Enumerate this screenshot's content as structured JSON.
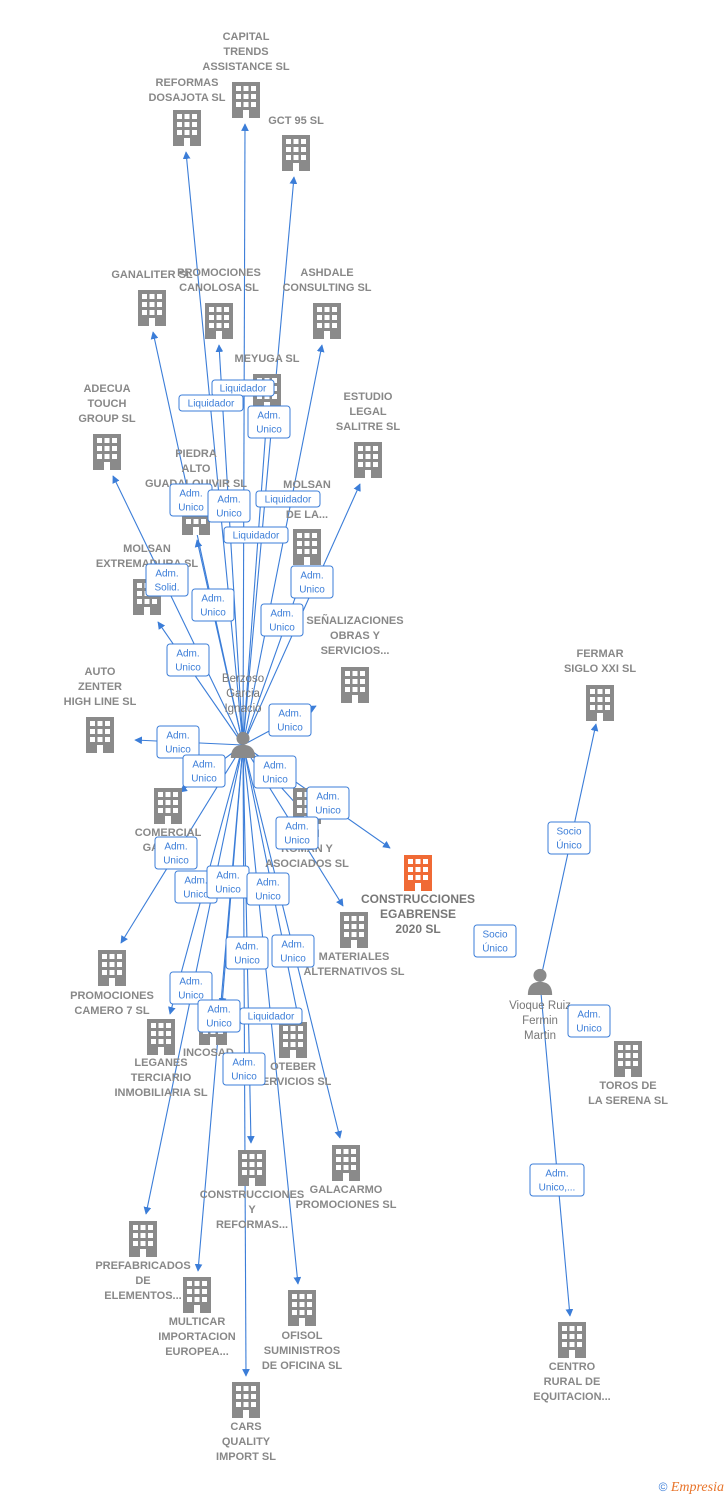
{
  "colors": {
    "edge": "#3b7dd8",
    "building": "#8a8a8a",
    "focus": "#f06a35",
    "person": "#8a8a8a",
    "label": "#888888"
  },
  "persons": [
    {
      "id": "p1",
      "lines": [
        "Berzoso",
        "Garcia",
        "Ignacio"
      ]
    },
    {
      "id": "p2",
      "lines": [
        "Vioque Ruiz",
        "Fermin",
        "Martin"
      ]
    }
  ],
  "companies": [
    {
      "id": "capital",
      "lines": [
        "CAPITAL",
        "TRENDS",
        "ASSISTANCE SL"
      ]
    },
    {
      "id": "reformas",
      "lines": [
        "REFORMAS",
        "DOSAJOTA SL"
      ]
    },
    {
      "id": "gct",
      "lines": [
        "GCT 95 SL"
      ]
    },
    {
      "id": "ganaliter",
      "lines": [
        "GANALITER SL"
      ]
    },
    {
      "id": "promociones_canolosa",
      "lines": [
        "PROMOCIONES",
        "CANOLOSA SL"
      ]
    },
    {
      "id": "ashdale",
      "lines": [
        "ASHDALE",
        "CONSULTING SL"
      ]
    },
    {
      "id": "meyuga",
      "lines": [
        "MEYUGA SL"
      ]
    },
    {
      "id": "adecua",
      "lines": [
        "ADECUA",
        "TOUCH",
        "GROUP SL"
      ]
    },
    {
      "id": "estudio",
      "lines": [
        "ESTUDIO",
        "LEGAL",
        "SALITRE SL"
      ]
    },
    {
      "id": "piedra",
      "lines": [
        "PIEDRA",
        "ALTO",
        "GUADALQUIVIR SL"
      ]
    },
    {
      "id": "molsan2",
      "lines": [
        "MOLSAN",
        "...ON",
        "DE LA..."
      ]
    },
    {
      "id": "molsan_ext",
      "lines": [
        "MOLSAN",
        "EXTREMADURA SL"
      ]
    },
    {
      "id": "senal",
      "lines": [
        "SEÑALIZACIONES",
        "OBRAS Y",
        "SERVICIOS..."
      ]
    },
    {
      "id": "fermar",
      "lines": [
        "FERMAR",
        "SIGLO XXI  SL"
      ]
    },
    {
      "id": "auto",
      "lines": [
        "AUTO",
        "ZENTER",
        "HIGH LINE SL"
      ]
    },
    {
      "id": "comercial",
      "lines": [
        "COMERCIAL",
        "GAR... SL"
      ]
    },
    {
      "id": "roman",
      "lines": [
        "...AN",
        "ROMAN Y",
        "ASOCIADOS SL"
      ]
    },
    {
      "id": "construcciones_egabrense",
      "lines": [
        "CONSTRUCCIONES",
        "EGABRENSE",
        "2020  SL"
      ],
      "focus": true
    },
    {
      "id": "materiales",
      "lines": [
        "MATERIALES",
        "ALTERNATIVOS SL"
      ]
    },
    {
      "id": "camero",
      "lines": [
        "PROMOCIONES",
        "CAMERO 7 SL"
      ]
    },
    {
      "id": "incosad",
      "lines": [
        "INCOSAD..."
      ]
    },
    {
      "id": "leganes",
      "lines": [
        "LEGANES",
        "TERCIARIO",
        "INMOBILIARIA SL"
      ]
    },
    {
      "id": "oteber",
      "lines": [
        "OTEBER",
        "SERVICIOS  SL"
      ]
    },
    {
      "id": "toros",
      "lines": [
        "TOROS DE",
        "LA SERENA SL"
      ]
    },
    {
      "id": "constr_reformas",
      "lines": [
        "CONSTRUCCIONES",
        "Y",
        "REFORMAS..."
      ]
    },
    {
      "id": "galacarmo",
      "lines": [
        "GALACARMO",
        "PROMOCIONES SL"
      ]
    },
    {
      "id": "prefabricados",
      "lines": [
        "PREFABRICADOS",
        "DE",
        "ELEMENTOS..."
      ]
    },
    {
      "id": "multicar",
      "lines": [
        "MULTICAR",
        "IMPORTACION",
        "EUROPEA..."
      ]
    },
    {
      "id": "ofisol",
      "lines": [
        "OFISOL",
        "SUMINISTROS",
        "DE OFICINA SL"
      ]
    },
    {
      "id": "centro",
      "lines": [
        "CENTRO",
        "RURAL DE",
        "EQUITACION..."
      ]
    },
    {
      "id": "cars",
      "lines": [
        "CARS",
        "QUALITY",
        "IMPORT SL"
      ]
    }
  ],
  "badges": [
    {
      "id": "b_liq1",
      "lines": [
        "Liquidador"
      ]
    },
    {
      "id": "b_liq2",
      "lines": [
        "Liquidador"
      ]
    },
    {
      "id": "b_adm1",
      "lines": [
        "Adm.",
        "Unico"
      ]
    },
    {
      "id": "b_adm2",
      "lines": [
        "Adm.",
        "Unico"
      ]
    },
    {
      "id": "b_adm3",
      "lines": [
        "Adm.",
        "Unico"
      ]
    },
    {
      "id": "b_liq3",
      "lines": [
        "Liquidador"
      ]
    },
    {
      "id": "b_liq4",
      "lines": [
        "Liquidador"
      ]
    },
    {
      "id": "b_adm4",
      "lines": [
        "Adm.",
        "Unico"
      ]
    },
    {
      "id": "b_admsolid",
      "lines": [
        "Adm.",
        "Solid."
      ]
    },
    {
      "id": "b_adm5",
      "lines": [
        "Adm.",
        "Unico"
      ]
    },
    {
      "id": "b_adm6",
      "lines": [
        "Adm.",
        "Unico"
      ]
    },
    {
      "id": "b_adm7",
      "lines": [
        "Adm.",
        "Unico"
      ]
    },
    {
      "id": "b_adm8",
      "lines": [
        "Adm.",
        "Unico"
      ]
    },
    {
      "id": "b_adm9",
      "lines": [
        "Adm.",
        "Unico"
      ]
    },
    {
      "id": "b_adm10",
      "lines": [
        "Adm.",
        "Unico"
      ]
    },
    {
      "id": "b_adm11",
      "lines": [
        "Adm.",
        "Unico"
      ]
    },
    {
      "id": "b_adm12",
      "lines": [
        "Adm.",
        "Unico"
      ]
    },
    {
      "id": "b_adm13",
      "lines": [
        "Adm.",
        "Unico"
      ]
    },
    {
      "id": "b_adm14",
      "lines": [
        "Adm.",
        "Unico"
      ]
    },
    {
      "id": "b_adm15",
      "lines": [
        "Adm.",
        "Unico"
      ]
    },
    {
      "id": "b_adm16",
      "lines": [
        "Adm.",
        "Unico"
      ]
    },
    {
      "id": "b_adm17",
      "lines": [
        "Adm.",
        "Unico"
      ]
    },
    {
      "id": "b_adm18",
      "lines": [
        "Adm.",
        "Unico"
      ]
    },
    {
      "id": "b_adm19",
      "lines": [
        "Adm.",
        "Unico"
      ]
    },
    {
      "id": "b_adm20",
      "lines": [
        "Adm.",
        "Unico"
      ]
    },
    {
      "id": "b_adm21",
      "lines": [
        "Adm.",
        "Unico"
      ]
    },
    {
      "id": "b_liq5",
      "lines": [
        "Liquidador"
      ]
    },
    {
      "id": "b_adm22",
      "lines": [
        "Adm.",
        "Unico"
      ]
    },
    {
      "id": "b_socio1",
      "lines": [
        "Socio",
        "Único"
      ]
    },
    {
      "id": "b_socio2",
      "lines": [
        "Socio",
        "Único"
      ]
    },
    {
      "id": "b_adm23",
      "lines": [
        "Adm.",
        "Unico"
      ]
    },
    {
      "id": "b_adm24",
      "lines": [
        "Adm.",
        "Unico,..."
      ]
    }
  ],
  "footer": {
    "copyright": "©",
    "brand": "Empresia"
  }
}
